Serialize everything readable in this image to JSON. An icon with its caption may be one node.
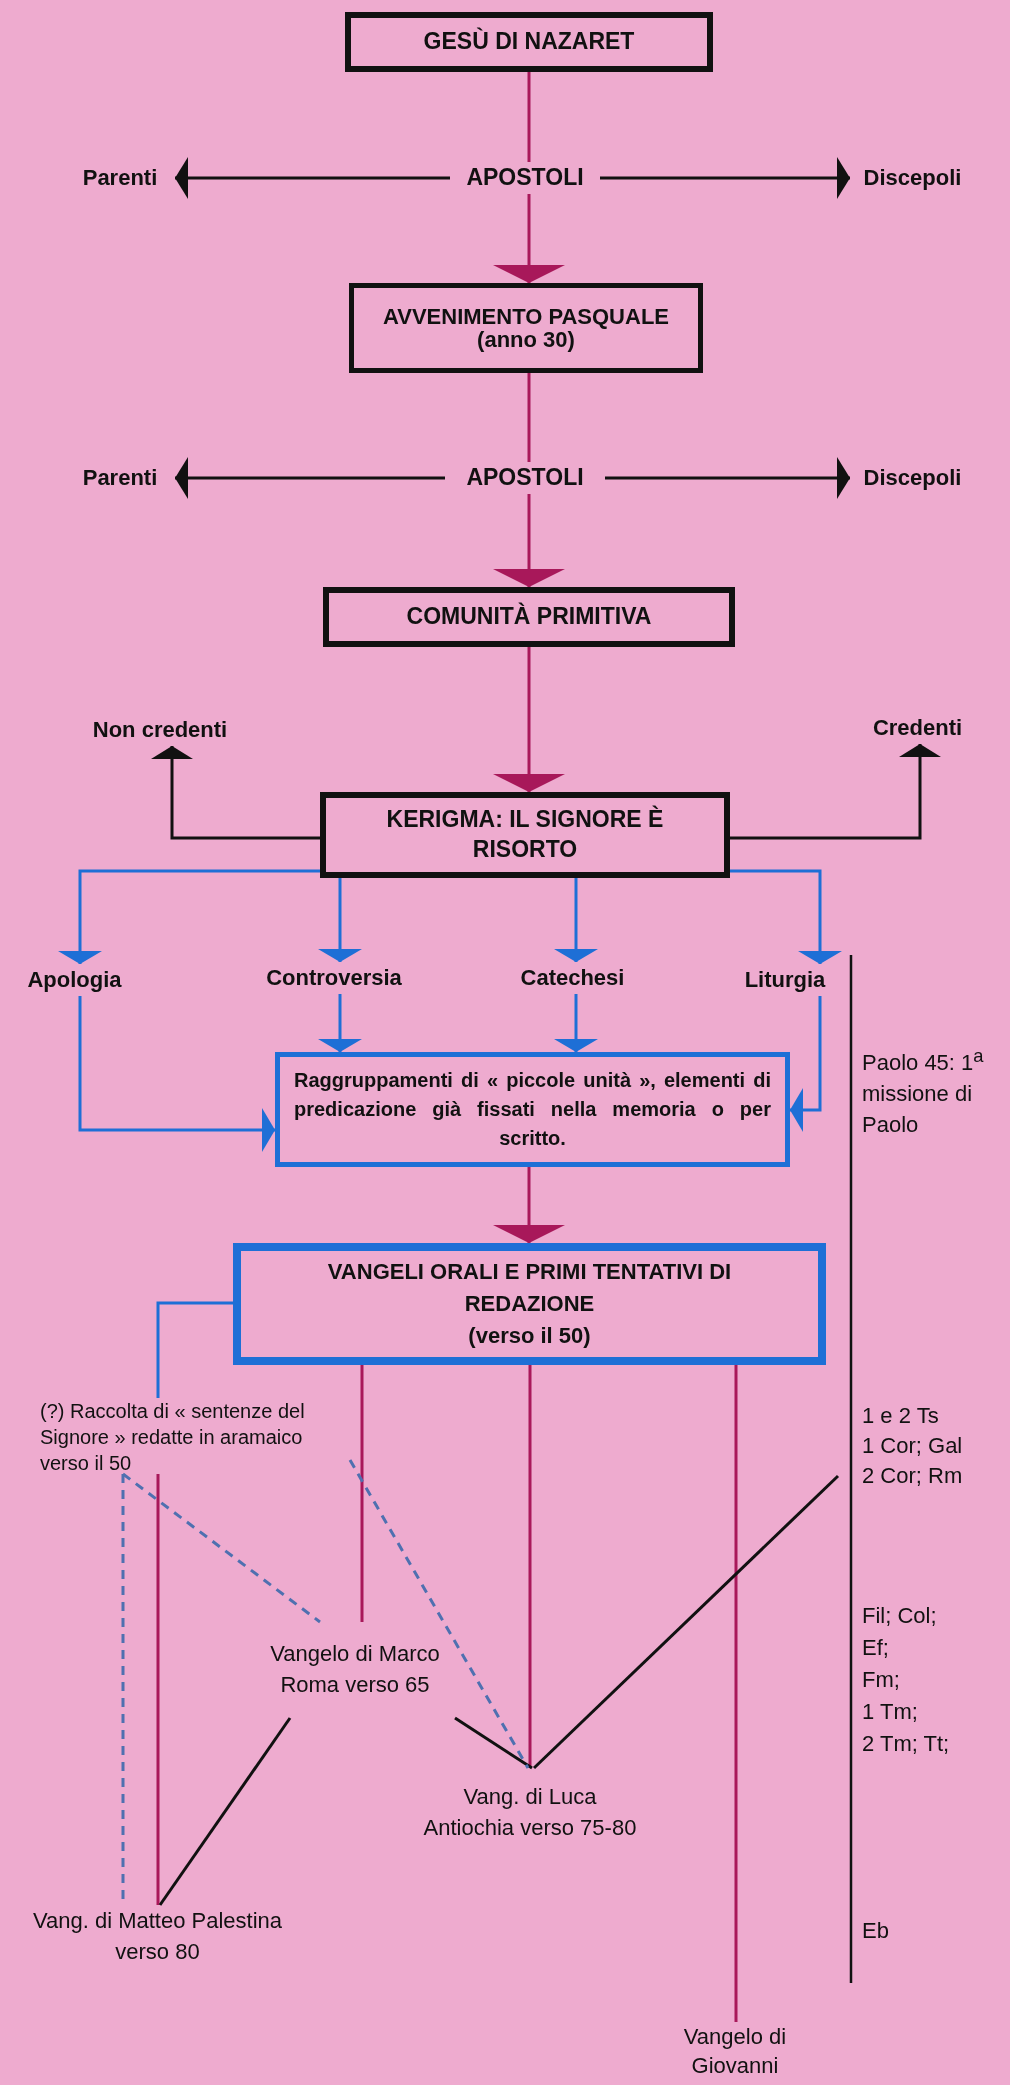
{
  "diagram": {
    "nodes": [
      {
        "text": [
          "GESÙ DI NAZARET"
        ]
      },
      {
        "text": [
          "APOSTOLI"
        ]
      },
      {
        "text": [
          "Parenti"
        ]
      },
      {
        "text": [
          "Discepoli"
        ]
      },
      {
        "text": [
          "AVVENIMENTO PASQUALE",
          "(anno 30)"
        ]
      },
      {
        "text": [
          "APOSTOLI"
        ]
      },
      {
        "text": [
          "Parenti"
        ]
      },
      {
        "text": [
          "Discepoli"
        ]
      },
      {
        "text": [
          "COMUNITÀ PRIMITIVA"
        ]
      },
      {
        "text": [
          "Non credenti"
        ]
      },
      {
        "text": [
          "Credenti"
        ]
      },
      {
        "text": [
          "KERIGMA: IL SIGNORE È RISORTO"
        ]
      },
      {
        "text": [
          "Apologia"
        ]
      },
      {
        "text": [
          "Controversia"
        ]
      },
      {
        "text": [
          "Catechesi"
        ]
      },
      {
        "text": [
          "Liturgia"
        ]
      },
      {
        "text": [
          "Raggruppamenti di « piccole unità », elementi di predicazione già fissati nella memoria o per scritto."
        ]
      },
      {
        "text": [
          "VANGELI ORALI E PRIMI TENTATIVI DI REDAZIONE",
          "(verso il 50)"
        ]
      },
      {
        "text": [
          "(?) Raccolta di « sentenze del Signore » redatte in aramaico verso il 50"
        ]
      },
      {
        "text": [
          "Vangelo di Marco Roma verso 65"
        ]
      },
      {
        "text": [
          "Vang. di Luca Antiochia verso 75-80"
        ]
      },
      {
        "text": [
          "Vang. di Matteo Palestina verso 80"
        ]
      },
      {
        "text": [
          "Vangelo di Giovanni"
        ]
      }
    ],
    "edges": [
      {
        "from": 0,
        "to": 1,
        "arrow": "none",
        "color": "#a8185a"
      },
      {
        "from": 1,
        "to": 2,
        "arrow": "to",
        "color": "#111111"
      },
      {
        "from": 1,
        "to": 3,
        "arrow": "to",
        "color": "#111111"
      },
      {
        "from": 1,
        "to": 4,
        "arrow": "to",
        "color": "#a8185a"
      },
      {
        "from": 4,
        "to": 5,
        "arrow": "none",
        "color": "#a8185a"
      },
      {
        "from": 5,
        "to": 6,
        "arrow": "to",
        "color": "#111111"
      },
      {
        "from": 5,
        "to": 7,
        "arrow": "to",
        "color": "#111111"
      },
      {
        "from": 5,
        "to": 8,
        "arrow": "to",
        "color": "#a8185a"
      },
      {
        "from": 8,
        "to": 11,
        "arrow": "to",
        "color": "#a8185a"
      },
      {
        "from": 11,
        "to": 9,
        "arrow": "to",
        "color": "#111111"
      },
      {
        "from": 11,
        "to": 10,
        "arrow": "to",
        "color": "#111111"
      },
      {
        "from": 11,
        "to": 12,
        "arrow": "to",
        "color": "#1e6fd6"
      },
      {
        "from": 11,
        "to": 13,
        "arrow": "to",
        "color": "#1e6fd6"
      },
      {
        "from": 11,
        "to": 14,
        "arrow": "to",
        "color": "#1e6fd6"
      },
      {
        "from": 11,
        "to": 15,
        "arrow": "to",
        "color": "#1e6fd6"
      },
      {
        "from": 12,
        "to": 16,
        "arrow": "to",
        "color": "#1e6fd6"
      },
      {
        "from": 13,
        "to": 16,
        "arrow": "to",
        "color": "#1e6fd6"
      },
      {
        "from": 14,
        "to": 16,
        "arrow": "to",
        "color": "#1e6fd6"
      },
      {
        "from": 15,
        "to": 16,
        "arrow": "to",
        "color": "#1e6fd6"
      },
      {
        "from": 16,
        "to": 17,
        "arrow": "to",
        "color": "#a8185a"
      },
      {
        "from": 17,
        "to": 18,
        "arrow": "none",
        "color": "#1e6fd6"
      },
      {
        "from": 17,
        "to": 19,
        "arrow": "none",
        "color": "#a8185a"
      },
      {
        "from": 17,
        "to": 20,
        "arrow": "none",
        "color": "#a8185a"
      },
      {
        "from": 17,
        "to": 22,
        "arrow": "none",
        "color": "#a8185a"
      },
      {
        "from": 18,
        "to": 21,
        "arrow": "none",
        "color": "#a8185a"
      },
      {
        "from": 19,
        "to": 21,
        "arrow": "none",
        "color": "#111111"
      },
      {
        "from": 19,
        "to": 20,
        "arrow": "none",
        "color": "#111111"
      },
      {
        "from": 20,
        "to": null,
        "arrow": "none",
        "color": "#111111"
      },
      {
        "from": 18,
        "to": 21,
        "arrow": "none",
        "style": "dashed",
        "color": "#4f70b0"
      },
      {
        "from": 18,
        "to": 19,
        "arrow": "none",
        "style": "dashed",
        "color": "#4f70b0"
      },
      {
        "from": 18,
        "to": 20,
        "arrow": "none",
        "style": "dashed",
        "color": "#4f70b0"
      }
    ],
    "labels": [
      "Paolo 45: 1$^{a}$ missione di Paolo",
      "1 e 2 Ts",
      "1 Cor; Gal",
      "2 Cor; Rm",
      "Fil; Col;",
      "Ef;",
      "Fm;",
      "1 Tm;",
      "2 Tm; Tt;",
      "Eb"
    ]
  }
}
